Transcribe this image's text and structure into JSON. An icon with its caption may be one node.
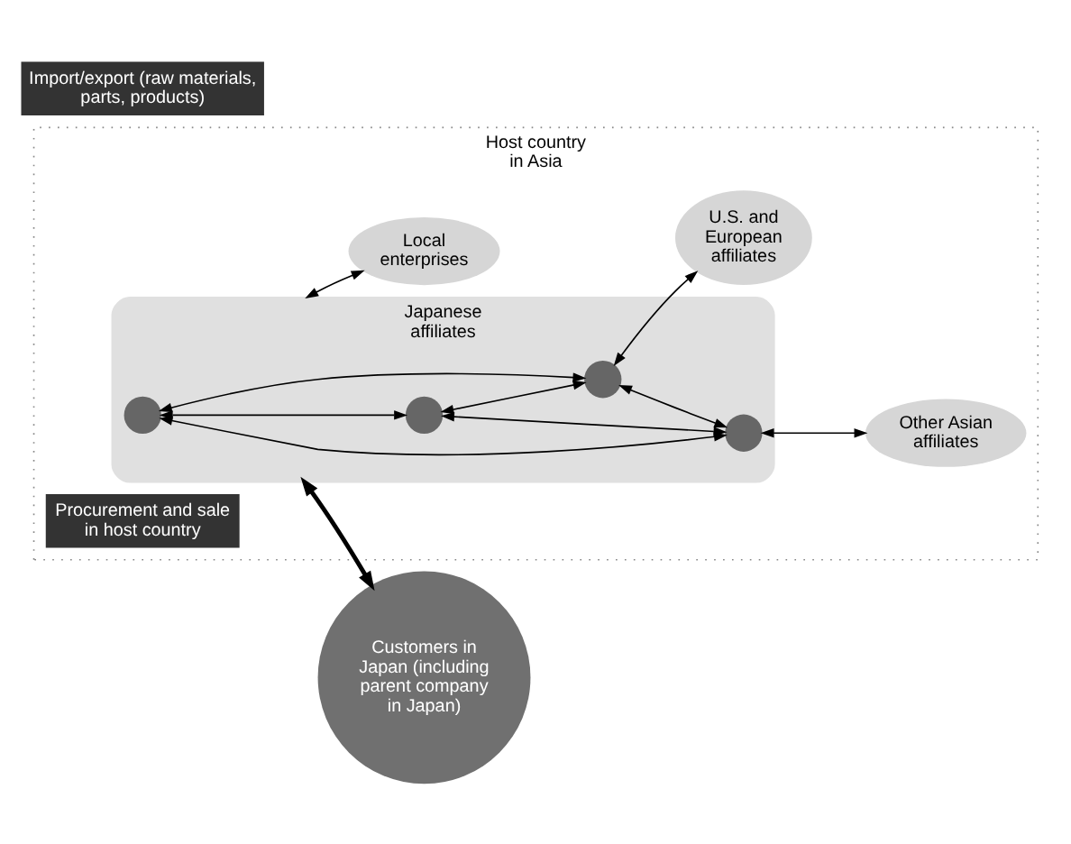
{
  "diagram": {
    "nodes": [
      {
        "text": [
          "Host country in Asia"
        ]
      },
      {
        "text": [
          "Japanese affiliates"
        ],
        "in": 0
      },
      {
        "text": [],
        "shape": "circle",
        "in": 1
      },
      {
        "text": [],
        "shape": "circle",
        "in": 1
      },
      {
        "text": [],
        "shape": "circle",
        "in": 1
      },
      {
        "text": [],
        "shape": "circle",
        "in": 1
      },
      {
        "text": [
          "Import/export (raw materials, parts, products)"
        ]
      },
      {
        "text": [
          "Customers in Japan (including parent company in Japan)"
        ]
      },
      {
        "text": [
          "U.S. and European affiliates"
        ],
        "in": 0
      },
      {
        "text": [
          "Local enterprises"
        ],
        "in": 0
      },
      {
        "text": [
          "Other Asian affiliates"
        ],
        "in": 0
      },
      {
        "text": [
          "Procurement and sale in host country"
        ],
        "in": 0
      }
    ],
    "edges": [
      {
        "from": 2,
        "to": 3,
        "arrow": "both"
      },
      {
        "from": 2,
        "to": 4,
        "arrow": "both"
      },
      {
        "from": 3,
        "to": 5,
        "arrow": "both"
      },
      {
        "from": 4,
        "to": 5,
        "arrow": "both"
      },
      {
        "from": 2,
        "to": 5,
        "arrow": "both"
      },
      {
        "from": 3,
        "to": 4,
        "arrow": "both"
      },
      {
        "from": 1,
        "to": 7,
        "arrow": "both",
        "style": "thick"
      },
      {
        "from": 4,
        "to": 8,
        "arrow": "both"
      },
      {
        "from": 1,
        "to": 9,
        "arrow": "both"
      },
      {
        "from": 5,
        "to": 10,
        "arrow": "both"
      }
    ]
  }
}
